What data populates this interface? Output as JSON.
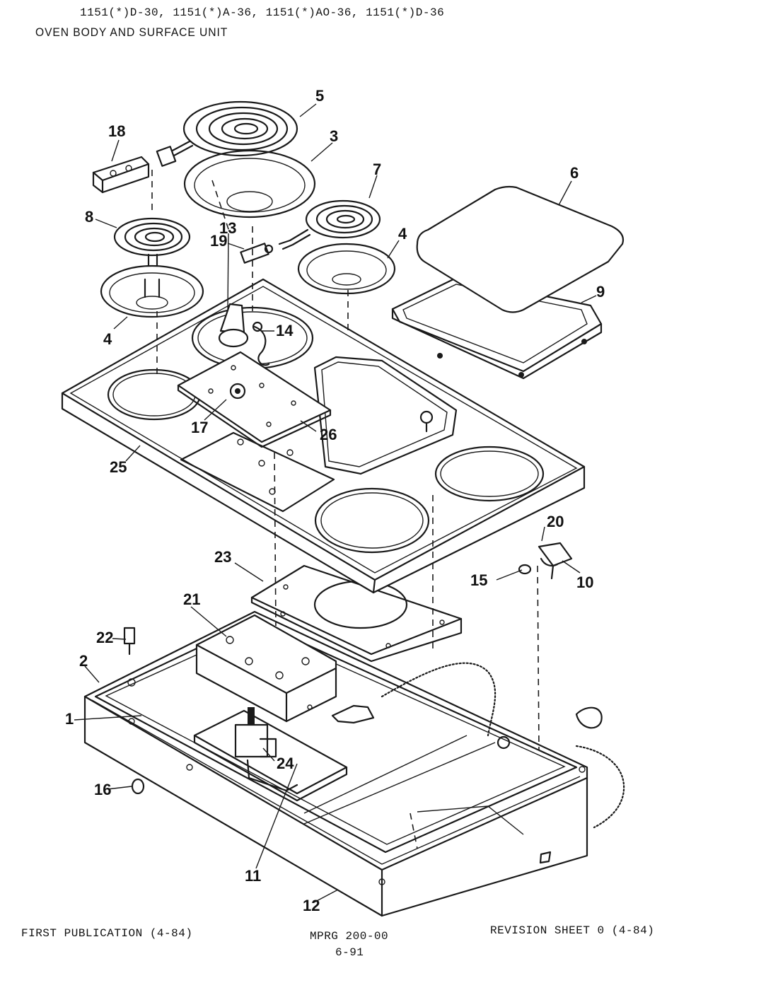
{
  "header": {
    "models": "1151(*)D-30, 1151(*)A-36, 1151(*)AO-36, 1151(*)D-36",
    "title": "OVEN BODY AND SURFACE UNIT"
  },
  "callouts": [
    "1",
    "2",
    "3",
    "4",
    "4",
    "5",
    "6",
    "7",
    "8",
    "9",
    "10",
    "11",
    "12",
    "13",
    "14",
    "15",
    "16",
    "17",
    "18",
    "19",
    "20",
    "21",
    "22",
    "23",
    "24",
    "25",
    "26"
  ],
  "footer": {
    "first_publication": "FIRST PUBLICATION (4-84)",
    "mprg": "MPRG 200-00",
    "page": "6-91",
    "revision": "REVISION SHEET 0 (4-84)"
  }
}
